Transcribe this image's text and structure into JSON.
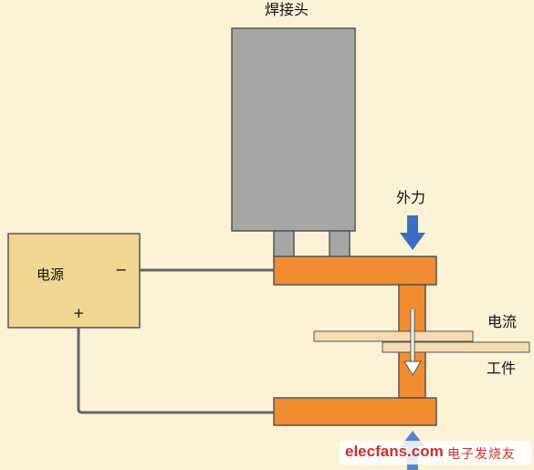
{
  "labels": {
    "welding_head": "焊接头",
    "power_supply": "电源",
    "minus": "−",
    "plus": "+",
    "external_force": "外力",
    "current": "电流",
    "workpiece": "工件"
  },
  "watermark": {
    "brand": "elecfans.com",
    "cn_text": "电子发烧友"
  },
  "colors": {
    "background": "#fbf2d6",
    "welding_head": "#a6a6a6",
    "electrode": "#f28c30",
    "power_box": "#f0d690",
    "workpiece": "#f5dcb0",
    "force_arrow": "#3b6fc4",
    "wire": "#666666"
  }
}
